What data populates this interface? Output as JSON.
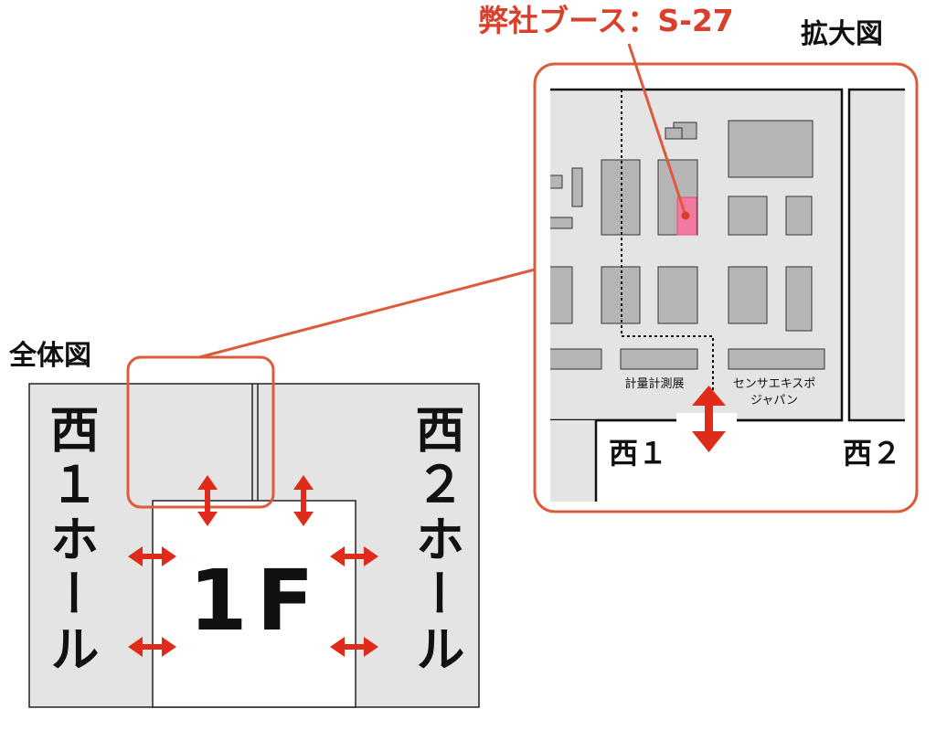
{
  "titles": {
    "overview": "全体図",
    "zoom": "拡大図",
    "booth": "弊社ブース：S-27"
  },
  "overview": {
    "west1_hall": "西１ホール",
    "west2_hall": "西２ホール",
    "floor": "1F"
  },
  "zoom": {
    "area1": "計量計測展",
    "area2_line1": "センサエキスポ",
    "area2_line2": "ジャパン",
    "west1": "西１",
    "west2": "西２"
  },
  "colors": {
    "accent": "#dd5a3a",
    "arrow": "#e02a1a",
    "hall_fill": "#e4e4e4",
    "booth_fill": "#b5b5b5",
    "our_booth": "#f27aa0"
  }
}
